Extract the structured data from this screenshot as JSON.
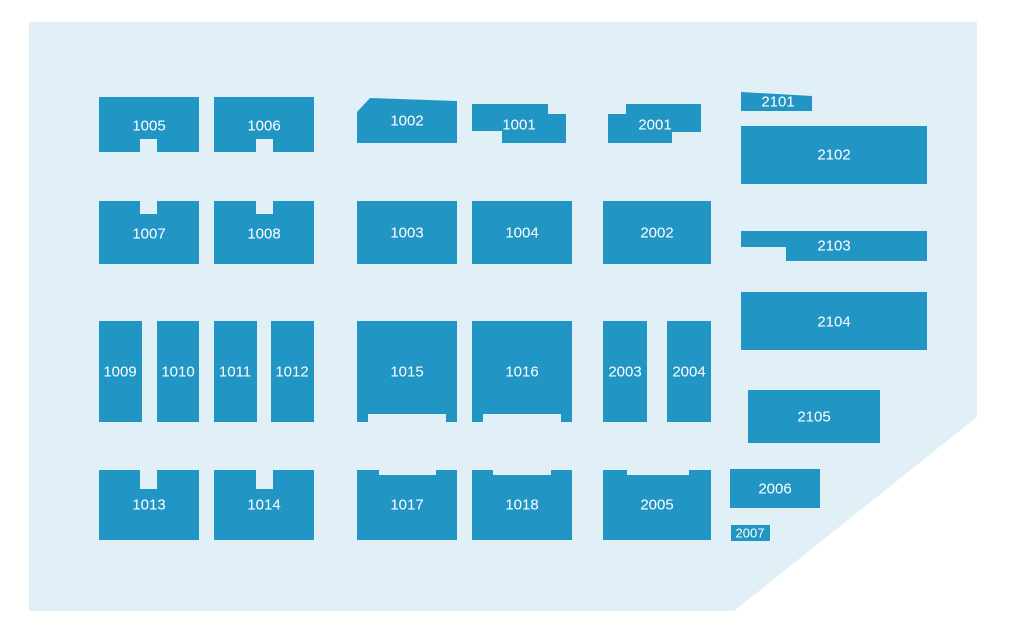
{
  "map": {
    "background_color": "#e1f0f7",
    "lot_color": "#2196c4",
    "label_color": "#ffffff"
  },
  "lots": {
    "l1001": "1001",
    "l1002": "1002",
    "l1003": "1003",
    "l1004": "1004",
    "l1005": "1005",
    "l1006": "1006",
    "l1007": "1007",
    "l1008": "1008",
    "l1009": "1009",
    "l1010": "1010",
    "l1011": "1011",
    "l1012": "1012",
    "l1013": "1013",
    "l1014": "1014",
    "l1015": "1015",
    "l1016": "1016",
    "l1017": "1017",
    "l1018": "1018",
    "l2001": "2001",
    "l2002": "2002",
    "l2003": "2003",
    "l2004": "2004",
    "l2005": "2005",
    "l2006": "2006",
    "l2007": "2007",
    "l2101": "2101",
    "l2102": "2102",
    "l2103": "2103",
    "l2104": "2104",
    "l2105": "2105"
  }
}
